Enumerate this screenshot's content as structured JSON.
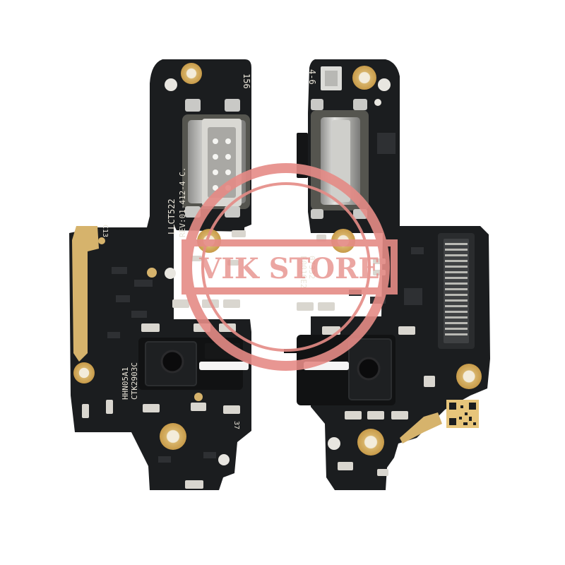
{
  "left_board": {
    "codes": [
      "156",
      "LLCT522",
      "REV:01-412-4 C.",
      "C13",
      "HHN05A1",
      "CTK2903C",
      "37"
    ]
  },
  "right_board": {
    "codes": [
      "4-6",
      "07332",
      "F0010E2"
    ]
  },
  "watermark": {
    "text": "VIK STORE"
  },
  "colors": {
    "pcb": "#1b1d1f",
    "gold": "#d8b46a",
    "connector": "#c9c9c6",
    "watermark": "#e58b86"
  }
}
